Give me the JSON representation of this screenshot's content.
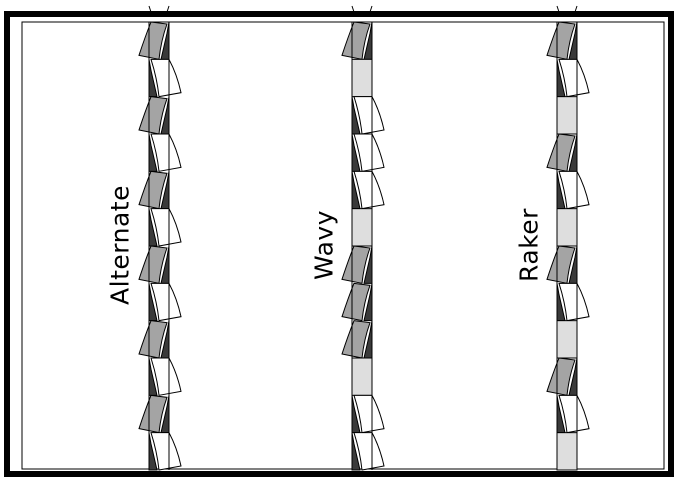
{
  "colors": {
    "outline": "#000000",
    "background": "#ffffff",
    "gray_dark": "#a4a4a4",
    "gray_light": "#dedede",
    "shadow": "#3a3a3a",
    "white": "#ffffff"
  },
  "columns": [
    {
      "name": "alternate",
      "label": "Alternate",
      "teeth": [
        "set-left",
        "set-right",
        "set-left",
        "set-right",
        "set-left",
        "set-right",
        "set-left",
        "set-right",
        "set-left",
        "set-right",
        "set-left",
        "set-right"
      ]
    },
    {
      "name": "wavy",
      "label": "Wavy",
      "teeth": [
        "set-left",
        "straight",
        "set-right",
        "set-right",
        "set-right",
        "straight",
        "set-left",
        "set-left",
        "set-left",
        "straight",
        "set-right",
        "set-right"
      ]
    },
    {
      "name": "raker",
      "label": "Raker",
      "teeth": [
        "set-left",
        "set-right",
        "straight",
        "set-left",
        "set-right",
        "straight",
        "set-left",
        "set-right",
        "straight",
        "set-left",
        "set-right",
        "straight"
      ]
    }
  ]
}
